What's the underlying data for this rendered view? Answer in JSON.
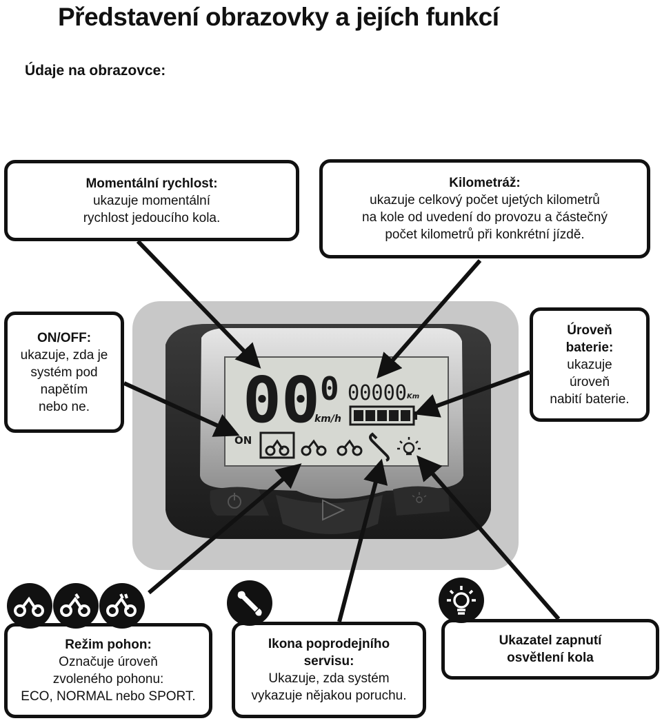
{
  "header": {
    "title": "Představení obrazovky a jejích funkcí",
    "subtitle": "Údaje na obrazovce:"
  },
  "callouts": {
    "speed": {
      "heading": "Momentální rychlost:",
      "lines": [
        "ukazuje momentální",
        "rychlost jedoucího kola."
      ]
    },
    "odometer": {
      "heading": "Kilometráž:",
      "lines": [
        "ukazuje celkový počet ujetých kilometrů",
        "na kole od uvedení do provozu a částečný",
        "počet kilometrů při konkrétní jízdě."
      ]
    },
    "onoff": {
      "heading": "ON/OFF:",
      "lines": [
        "ukazuje, zda je",
        "systém pod",
        "napětím",
        "nebo ne."
      ]
    },
    "battery": {
      "heading_lines": [
        "Úroveň",
        "baterie:"
      ],
      "lines": [
        "ukazuje",
        "úroveň",
        "nabití baterie."
      ]
    },
    "mode": {
      "heading": "Režim pohon:",
      "lines": [
        "Označuje úroveň",
        "zvoleného pohonu:",
        "ECO, NORMAL nebo SPORT."
      ]
    },
    "service": {
      "heading_lines": [
        "Ikona poprodejního",
        "servisu:"
      ],
      "lines": [
        "Ukazuje, zda systém",
        "vykazuje nějakou poruchu."
      ]
    },
    "light": {
      "heading_lines": [
        "Ukazatel zapnutí",
        "osvětlení kola"
      ]
    }
  },
  "display": {
    "speed_digits": "00",
    "speed_decimal": "0",
    "speed_unit": "km/h",
    "odometer_digits": "00000",
    "odometer_unit": "Km",
    "on_label": "ON",
    "battery_segments": 5
  },
  "icons": {
    "mode_badges": [
      "bike-eco-icon",
      "bike-normal-icon",
      "bike-sport-icon"
    ],
    "service_badge": "wrench-icon",
    "light_badge": "light-bulb-icon",
    "power_button": "power-icon",
    "play_button": "play-icon",
    "light_button": "light-icon"
  }
}
